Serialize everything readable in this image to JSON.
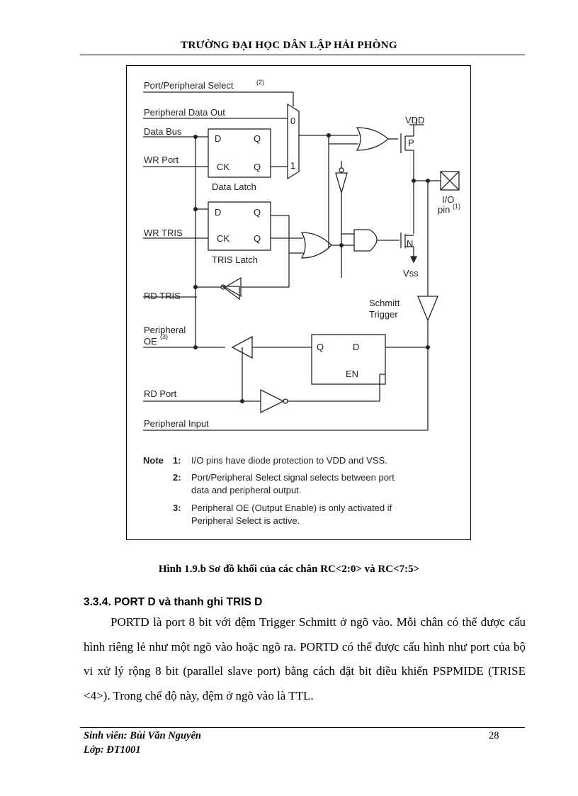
{
  "header": {
    "title": "TRƯỜNG ĐẠI HỌC DÂN LẬP HẢI PHÒNG"
  },
  "diagram": {
    "top_cut_text": "Port/Peripheral Select",
    "labels": {
      "port_peripheral_select": "Port/Peripheral Select",
      "sup2": "(2)",
      "peripheral_data_out": "Peripheral Data Out",
      "data_bus": "Data Bus",
      "wr_port": "WR Port",
      "wr_tris": "WR TRIS",
      "rd_tris": "RD TRIS",
      "peripheral": "Peripheral",
      "oe": "OE",
      "sup3": "(3)",
      "rd_port": "RD Port",
      "peripheral_input": "Peripheral Input",
      "d": "D",
      "q": "Q",
      "ck": "CK",
      "qbar": "Q",
      "data_latch": "Data Latch",
      "tris_latch": "TRIS Latch",
      "mux0": "0",
      "mux1": "1",
      "vdd": "VDD",
      "vss": "Vss",
      "p": "P",
      "n": "N",
      "io": "I/O",
      "pin": "pin",
      "sup1": "(1)",
      "schmitt": "Schmitt",
      "trigger": "Trigger",
      "en": "EN"
    },
    "notes": {
      "note_label": "Note",
      "n1_num": "1:",
      "n1_text": "I/O pins have diode protection to VDD and VSS.",
      "n2_num": "2:",
      "n2_line1": "Port/Peripheral Select signal selects between port",
      "n2_line2": "data and peripheral output.",
      "n3_num": "3:",
      "n3_line1": "Peripheral OE (Output Enable) is only activated if",
      "n3_line2": "Peripheral Select is active."
    }
  },
  "caption": "Hình 1.9.b Sơ đồ khối của các chân RC<2:0> và RC<7:5>",
  "section": {
    "heading": "3.3.4. PORT D và thanh ghi TRIS D",
    "paragraph": "PORTD là port 8 bit với đệm Trigger Schmitt ở ngõ vào. Mỗi chân có thể được cấu hình riêng lẻ như một ngõ vào hoặc ngõ ra. PORTD có thể được cấu hình như port của bộ vi xử lý rộng 8 bit (parallel slave port) bằng cách đặt bit điều khiển PSPMIDE (TRISE <4>). Trong chế độ này, đệm ở ngõ vào là TTL."
  },
  "footer": {
    "student": "Sinh viên: Bùi Văn Nguyên",
    "class": "Lớp: ĐT1001",
    "page_number": "28"
  }
}
